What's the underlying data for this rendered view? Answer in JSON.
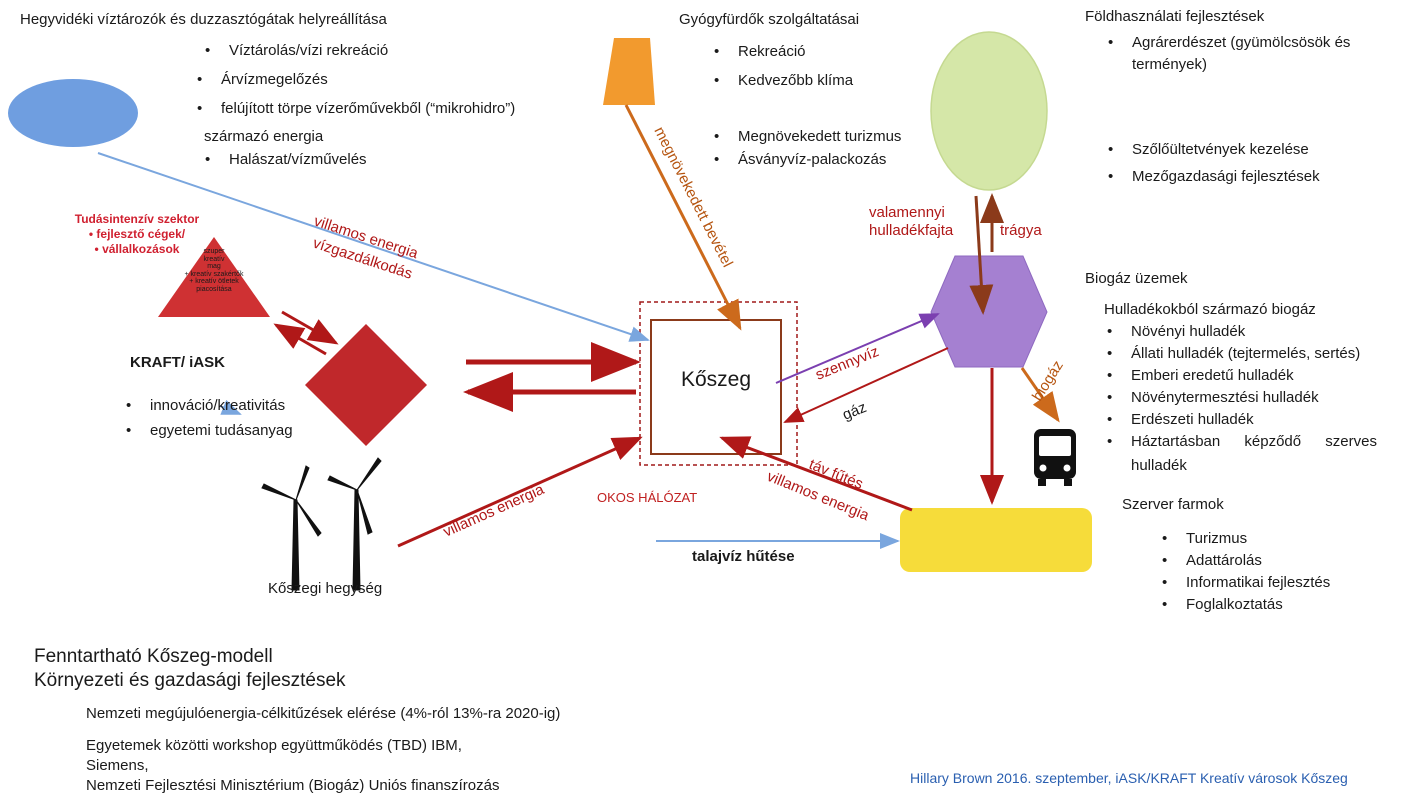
{
  "hydro": {
    "title": "Hegyvidéki víztározók és duzzasztógátak helyreállítása",
    "items": [
      "Víztárolás/vízi rekreáció",
      "Árvízmegelőzés",
      "felújított törpe vízerőművekből (“mikrohidro”)"
    ],
    "continuation": "származó energia",
    "last_item": "Halászat/vízművelés"
  },
  "spa": {
    "title": "Gyógyfürdők szolgáltatásai",
    "items": [
      "Rekreáció",
      "Kedvezőbb klíma"
    ],
    "items2": [
      "Megnövekedett turizmus",
      "Ásványvíz-palackozás"
    ]
  },
  "landuse": {
    "title": "Földhasználati fejlesztések",
    "items": [
      "Agrárerdészet (gyümölcsösök és",
      "termények)"
    ],
    "items2": [
      "Szőlőültetvények kezelése",
      "Mezőgazdasági fejlesztések"
    ]
  },
  "knowledge": {
    "title": "Tudásintenzív szektor",
    "items": [
      "fejlesztő cégek/",
      "vállalkozások"
    ],
    "triangle_lines": [
      "szuper",
      "kreatív",
      "mag",
      "+ kreatív szakértők",
      "+ kreatív ötletek",
      "piacosítása"
    ]
  },
  "kraft": {
    "title": "KRAFT/ iASK",
    "items": [
      "innováció/kreativitás",
      "egyetemi tudásanyag"
    ]
  },
  "center": {
    "label": "Kőszeg",
    "smart_grid": "OKOS HÁLÓZAT"
  },
  "wind": {
    "label": "Kőszegi hegység"
  },
  "biogas": {
    "title": "Biogáz üzemek",
    "subtitle": "Hulladékokból származó biogáz",
    "items": [
      "Növényi hulladék",
      "Állati hulladék (tejtermelés, sertés)",
      "Emberi eredetű hulladék",
      "Növénytermesztési hulladék",
      "Erdészeti hulladék",
      "Háztartásban képződő szerves"
    ],
    "last_line": "hulladék"
  },
  "server": {
    "title": "Szerver farmok",
    "items": [
      "Turizmus",
      "Adattárolás",
      "Informatikai fejlesztés",
      "Foglalkoztatás"
    ]
  },
  "arrows": {
    "electricity_water": "villamos energia",
    "water_mgmt": "vízgazdálkodás",
    "increased_revenue": "megnövekedett bevétel",
    "all_waste_1": "valamennyi",
    "all_waste_2": "hulladékfajta",
    "manure": "trágya",
    "sewage": "szennyvíz",
    "gas": "gáz",
    "biogas": "biogáz",
    "district_heating": "táv fűtés",
    "electricity_server": "villamos energia",
    "electricity_wind": "villamos energia",
    "groundwater": "talajvíz hűtése"
  },
  "footer": {
    "title1": "Fenntartható Kőszeg-modell",
    "title2": "Környezeti és gazdasági fejlesztések",
    "line1": "Nemzeti megújulóenergia-célkitűzések elérése (4%-ról 13%-ra 2020-ig)",
    "line2": "Egyetemek közötti workshop együttműködés (TBD) IBM,",
    "line3": "Siemens,",
    "line4": "Nemzeti Fejlesztési Minisztérium (Biogáz) Uniós finanszírozás",
    "credit": "Hillary Brown 2016. szeptember, iASK/KRAFT Kreatív városok Kőszeg"
  },
  "colors": {
    "red": "#c0282b",
    "darkred": "#a01818",
    "orange": "#d86f1c",
    "blue": "#7aa6de",
    "green": "#d5e7a8",
    "purple": "#a580d1",
    "yellow": "#f6dc3a",
    "ellipse_blue": "#6f9ee0",
    "trap_orange": "#f29a2e",
    "brown": "#8b3a1a"
  },
  "icons": [
    "bus-icon",
    "wind-turbine-icon"
  ]
}
